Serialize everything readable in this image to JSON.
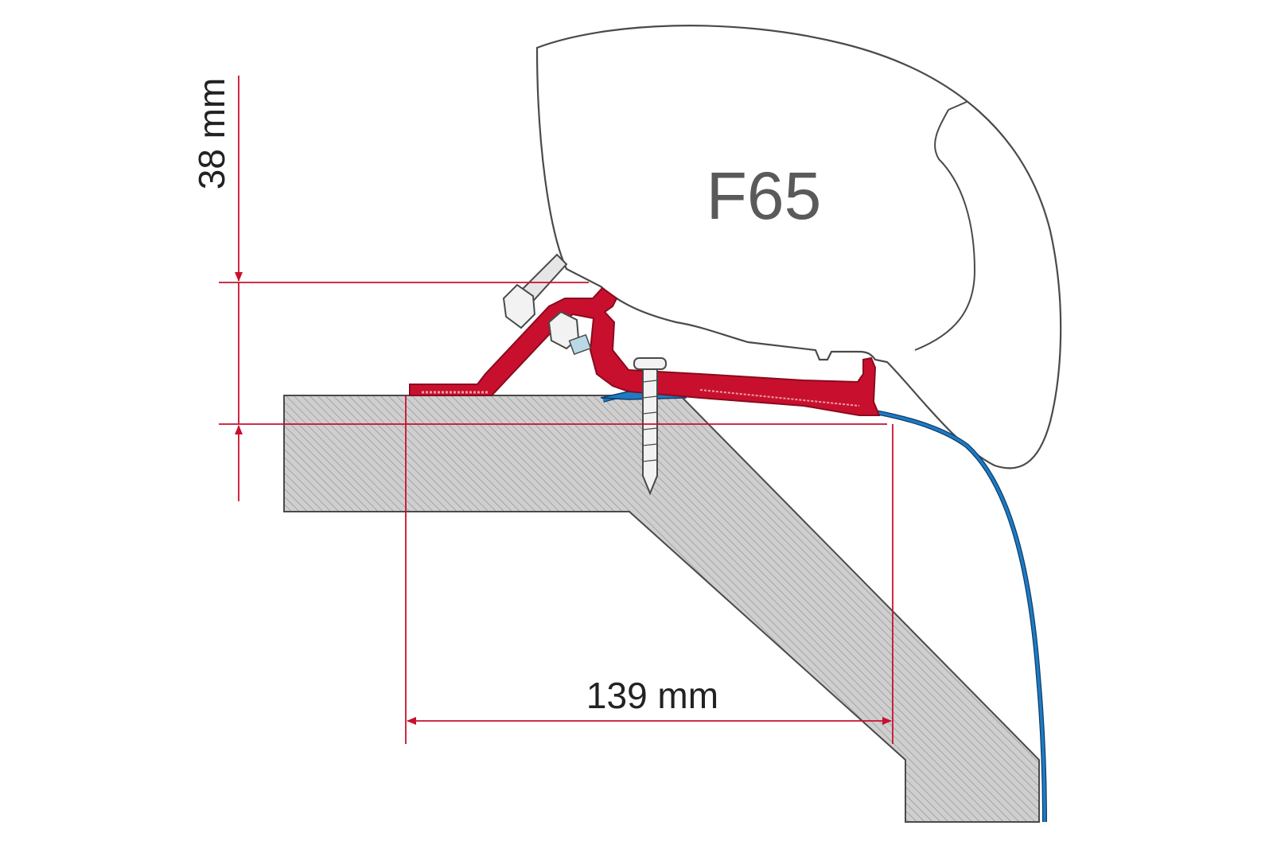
{
  "diagram": {
    "awning_model": "F65",
    "height_dimension": "38 mm",
    "width_dimension": "139 mm"
  },
  "colors": {
    "bracket": "#c8102e",
    "bracket_dark": "#8a0a1e",
    "dimension_line": "#c8102e",
    "seal": "#1f7bc2",
    "seal_dark": "#0d3f6e",
    "wall_fill": "#cfcfcf",
    "hatch": "#9a9a9a",
    "outline": "#4a4a4a"
  },
  "icons": {
    "bolt": "hex-bolt-icon",
    "screw": "wood-screw-icon"
  }
}
